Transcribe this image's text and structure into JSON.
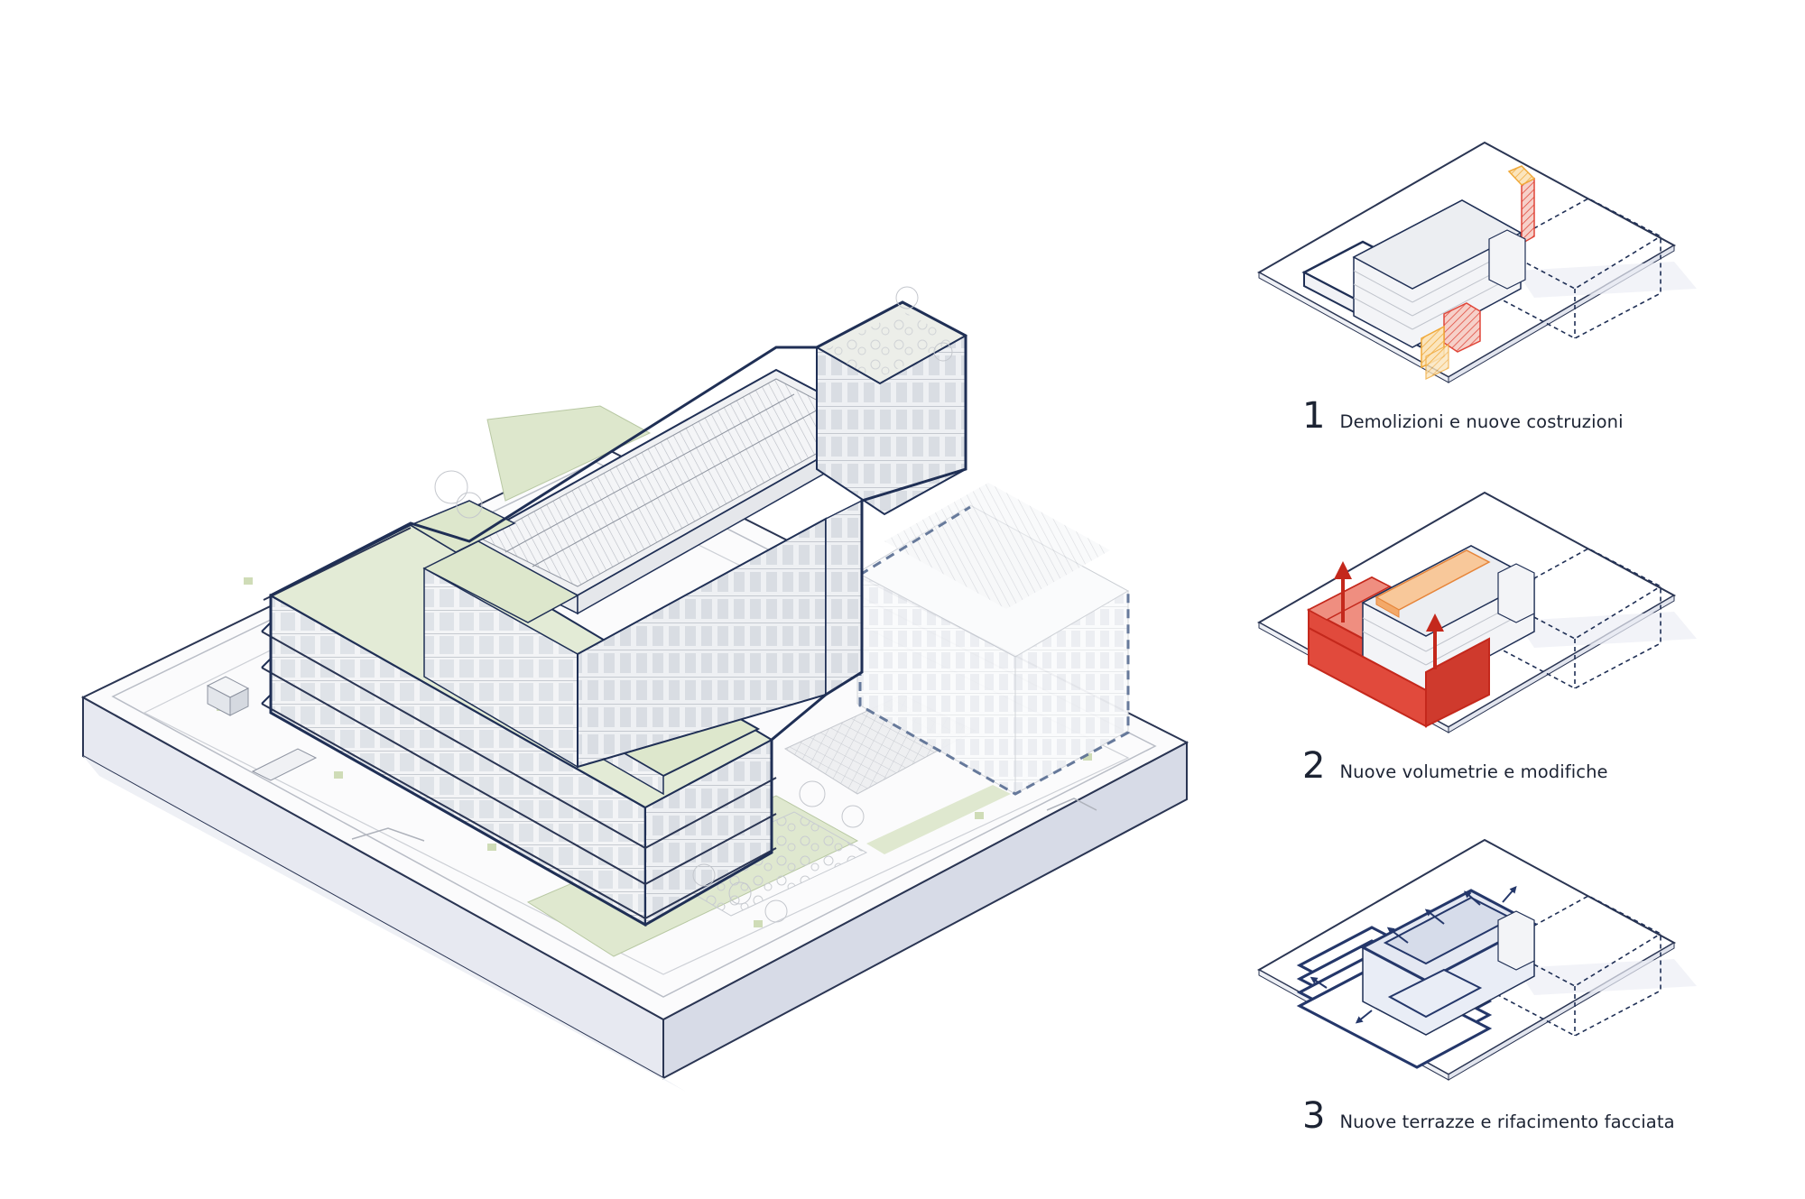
{
  "steps": [
    {
      "number": "1",
      "title": "Demolizioni e nuove costruzioni"
    },
    {
      "number": "2",
      "title": "Nuove volumetrie e modifiche"
    },
    {
      "number": "3",
      "title": "Nuove terrazze e rifacimento facciata"
    }
  ],
  "colors": {
    "outline": "#1f2f55",
    "demolition": "#e0473a",
    "construction": "#f3b24a",
    "new_volume": "#e14a3c",
    "terrace_blue": "#24376a",
    "green_roof": "#dde7cc",
    "base_shadow": "#e3e6f0"
  },
  "icons": [
    "site-plan",
    "building-axonometric",
    "up-arrow-icon",
    "outward-arrow-icon"
  ]
}
